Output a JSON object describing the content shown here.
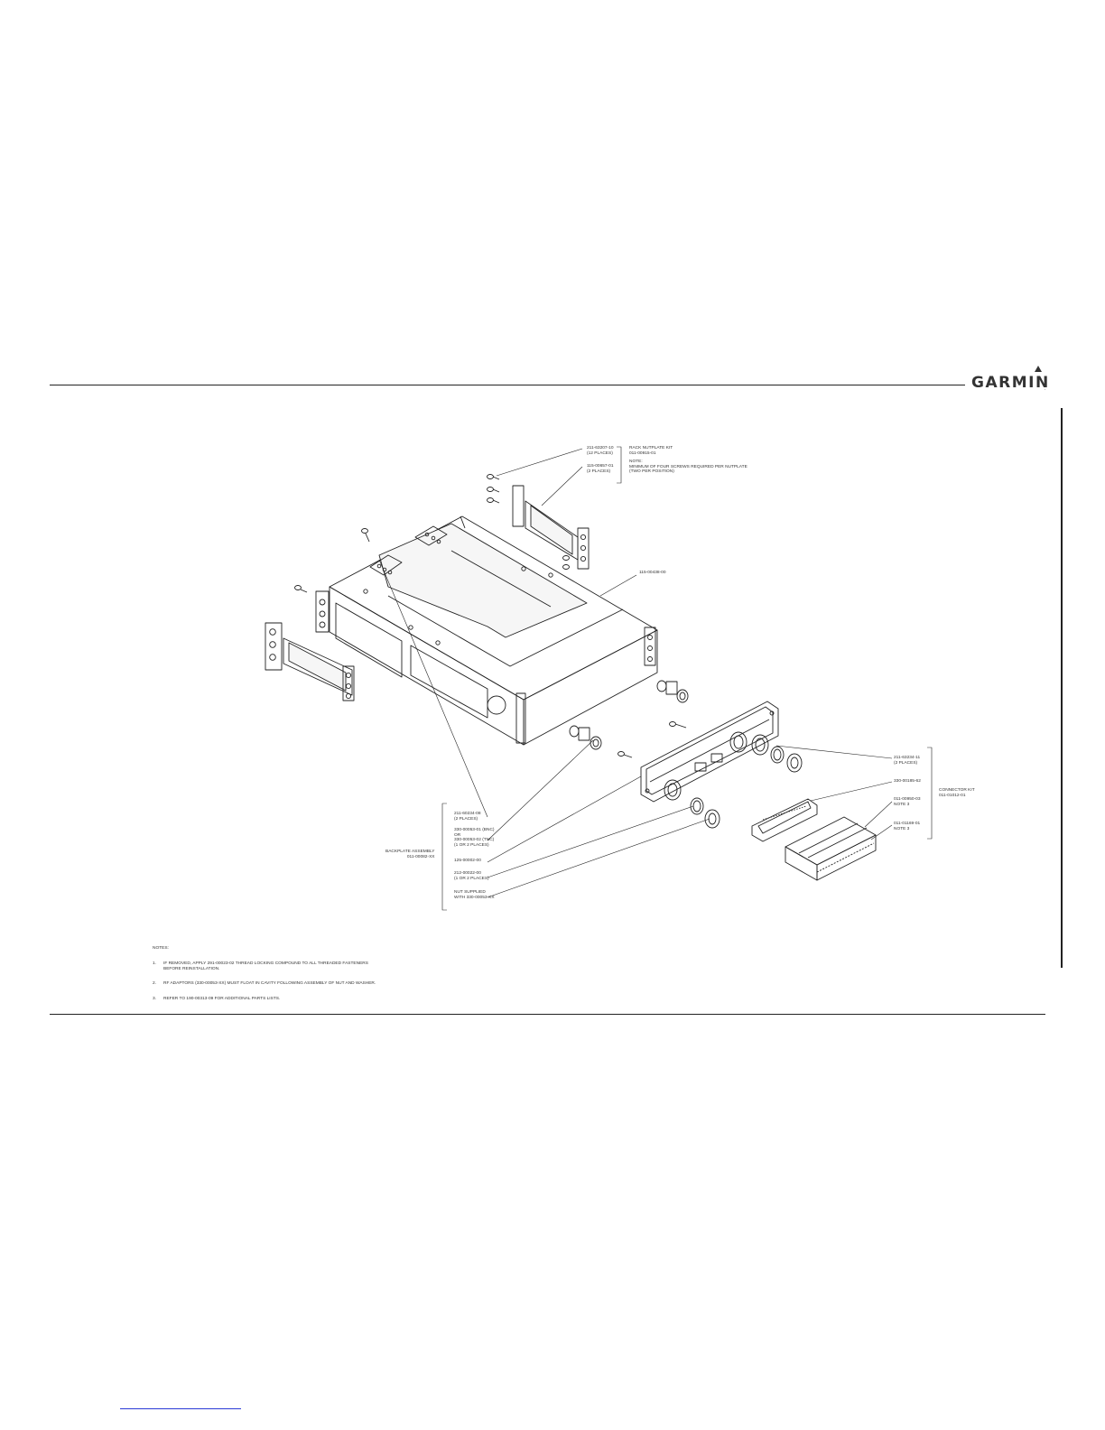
{
  "brand": {
    "name": "GARMIN",
    "reg": "."
  },
  "callouts": {
    "screw_nutplate": "211-63207-10\n(12 PLACES)",
    "nutplate_kit_title": "RACK NUTPLATE KIT\n011-00915-01",
    "nutplate_note": "NOTE:\nMINIMUM OF FOUR SCREWS REQUIRED PER NUTPLATE\n(TWO PER POSITION)",
    "nutplate": "115-00657-01\n(2 PLACES)",
    "rack": "115-00438-00",
    "screw_rf": "211-63234-11\n(2 PLACES)",
    "connector_kit": "CONNECTOR KIT\n011-01012-01",
    "connector": "330-00185-62",
    "backshell_1": "011-00950-03\nNOTE 3",
    "backshell_2": "011-01169-01\nNOTE 3",
    "screw_backplate": "211-60234-08\n(2 PLACES)",
    "rf_adapter": "330-00053-01 (BNC)\nOR\n330-00053-02 (TNC)\n(1 OR 2 PLACES)",
    "backplate_assy": "BACKPLATE ASSEMBLY\n011-00082-XX",
    "plate": "125-00002-00",
    "washer": "212-00022-00\n(1 OR 2 PLACES)",
    "nut": "NUT SUPPLIED\nWITH 330-00053-XX"
  },
  "notes": {
    "heading": "NOTES:",
    "n1": "1.      IF REMOVED, APPLY 291-00023-02 THREAD LOCKING COMPOUND TO ALL THREADED FASTENERS\n         BEFORE REINSTALLATION.",
    "n2": "2.      RF ADAPTORS (330-00053-XX) MUST FLOAT IN CAVITY FOLLOWING ASSEMBLY OF NUT AND WASHER.",
    "n3": "3.      REFER TO 190-00313-09 FOR ADDITIONAL PARTS LISTS."
  }
}
